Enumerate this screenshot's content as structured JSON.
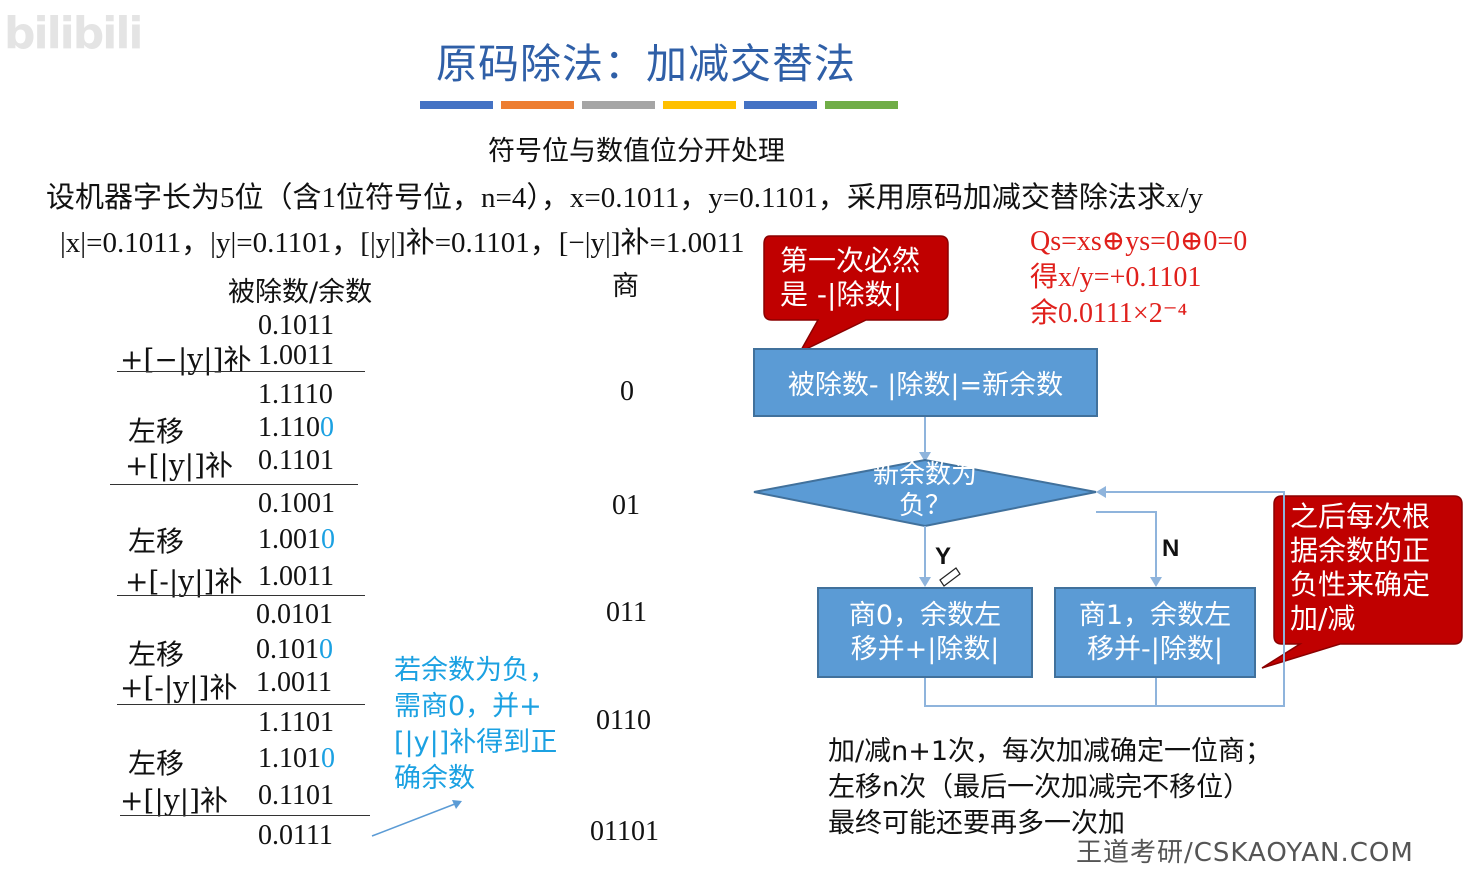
{
  "logo": "bilibili",
  "title": "原码除法：加减交替法",
  "color_bars": [
    "#4472c4",
    "#ed7d31",
    "#a5a5a5",
    "#ffc000",
    "#4472c4",
    "#70ad47"
  ],
  "subtitle": "符号位与数值位分开处理",
  "problem": "设机器字长为5位（含1位符号位，n=4），x=0.1011，y=0.1101，采用原码加减交替除法求x/y",
  "abs_values": "|x|=0.1011，|y|=0.1101，[|y|]补=0.1101，[−|y|]补=1.0011",
  "table": {
    "header_dividend": "被除数/余数",
    "header_quotient": "商",
    "rows": [
      {
        "label": "",
        "value": "0.1011",
        "cyan": ""
      },
      {
        "label": "+[−|y|]补",
        "value": "1.0011",
        "cyan": ""
      },
      {
        "label": "",
        "value": "1.1110",
        "cyan": ""
      },
      {
        "label": "左移",
        "value": "1.110",
        "cyan": "0"
      },
      {
        "label": "+[|y|]补",
        "value": "0.1101",
        "cyan": ""
      },
      {
        "label": "",
        "value": "0.1001",
        "cyan": ""
      },
      {
        "label": "左移",
        "value": "1.001",
        "cyan": "0"
      },
      {
        "label": "+[-|y|]补",
        "value": "1.0011",
        "cyan": ""
      },
      {
        "label": "",
        "value": "0.0101",
        "cyan": ""
      },
      {
        "label": "左移",
        "value": "0.101",
        "cyan": "0"
      },
      {
        "label": "+[-|y|]补",
        "value": "1.0011",
        "cyan": ""
      },
      {
        "label": "",
        "value": "1.1101",
        "cyan": ""
      },
      {
        "label": "左移",
        "value": "1.101",
        "cyan": "0"
      },
      {
        "label": "+[|y|]补",
        "value": "0.1101",
        "cyan": ""
      },
      {
        "label": "",
        "value": "0.0111",
        "cyan": ""
      }
    ],
    "quotients": [
      "0",
      "01",
      "011",
      "0110",
      "01101"
    ]
  },
  "note_blue": "若余数为负，需商0，并+[|y|]补得到正确余数",
  "red_info": {
    "line1": "Qs=xs⊕ys=0⊕0=0",
    "line2": "得x/y=+0.1101",
    "line3": "余0.0111×2⁻⁴"
  },
  "callout_first": "第一次必然是 -|除数|",
  "callout_after": "之后每次根据余数的正负性来确定加/减",
  "flow": {
    "box_start": "被除数- |除数|=新余数",
    "diamond": "新余数为负？",
    "yes_label": "Y",
    "no_label": "N",
    "box_yes": "商0，余数左移并+|除数|",
    "box_no": "商1，余数左移并-|除数|",
    "colors": {
      "box_fill": "#5b9bd5",
      "callout_fill": "#c00000",
      "red_text": "#e0201c",
      "cyan": "#1ba1e2"
    }
  },
  "summary": {
    "line1": "加/减n+1次，每次加减确定一位商；",
    "line2": "左移n次（最后一次加减完不移位）",
    "line3": "最终可能还要再多一次加"
  },
  "footer": "王道考研/CSKAOYAN.COM"
}
